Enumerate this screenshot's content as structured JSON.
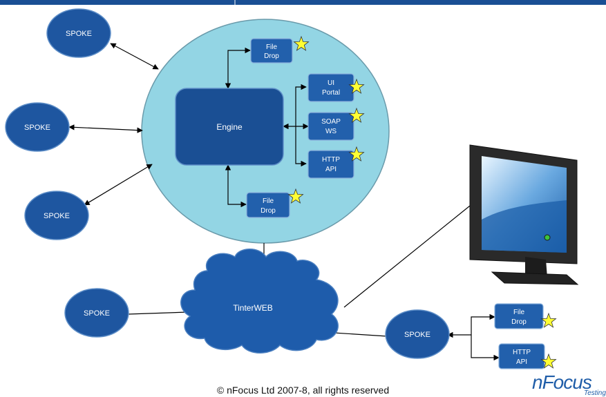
{
  "nodes": {
    "spoke_label": "SPOKE",
    "engine_label": "Engine",
    "file_drop_label": [
      "File",
      "Drop"
    ],
    "ui_portal_label": [
      "UI",
      "Portal"
    ],
    "soap_ws_label": [
      "SOAP",
      "WS"
    ],
    "http_api_label": [
      "HTTP",
      "API"
    ],
    "cloud_label": "TinterWEB"
  },
  "footer": {
    "copyright": "© nFocus Ltd 2007-8, all rights reserved",
    "brand": "nFocus",
    "brand_sub": "Testing"
  },
  "colors": {
    "spoke_fill": "#1e56a0",
    "hub_fill": "#93d5e4",
    "engine_fill": "#1a4f94",
    "module_fill": "#2260ac",
    "star_fill": "#ffff33",
    "header_bar": "#1a4f94"
  }
}
